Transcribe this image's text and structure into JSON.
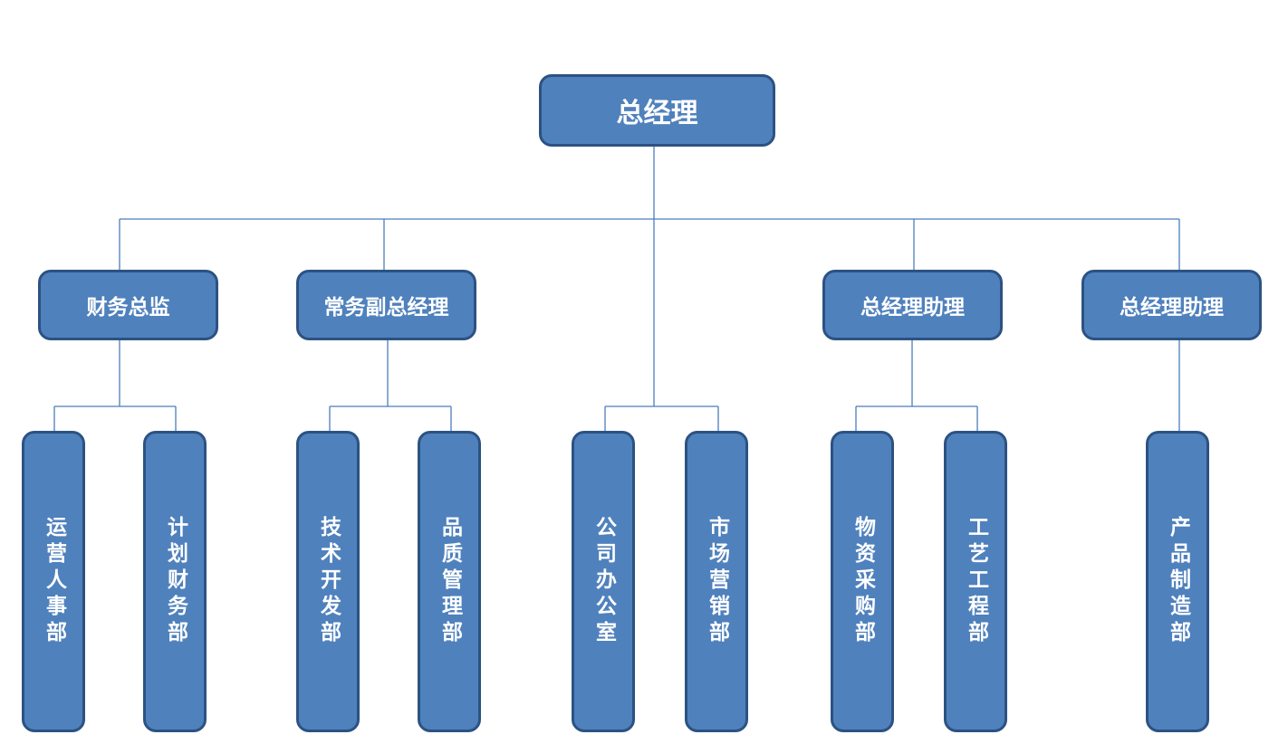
{
  "org_chart": {
    "root": {
      "label": "总经理"
    },
    "managers": [
      {
        "label": "财务总监"
      },
      {
        "label": "常务副总经理"
      },
      {
        "label": "总经理助理"
      },
      {
        "label": "总经理助理"
      }
    ],
    "departments": [
      {
        "label": "运营人事部",
        "reports_to": "财务总监"
      },
      {
        "label": "计划财务部",
        "reports_to": "财务总监"
      },
      {
        "label": "技术开发部",
        "reports_to": "常务副总经理"
      },
      {
        "label": "品质管理部",
        "reports_to": "常务副总经理"
      },
      {
        "label": "公司办公室",
        "reports_to": "总经理"
      },
      {
        "label": "市场营销部",
        "reports_to": "总经理"
      },
      {
        "label": "物资采购部",
        "reports_to": "总经理助理"
      },
      {
        "label": "工艺工程部",
        "reports_to": "总经理助理"
      },
      {
        "label": "产品制造部",
        "reports_to": "总经理助理"
      }
    ]
  },
  "colors": {
    "node_fill": "#4f81bd",
    "node_border": "#2c5282",
    "connector": "#4a7ebb",
    "text": "#ffffff"
  }
}
